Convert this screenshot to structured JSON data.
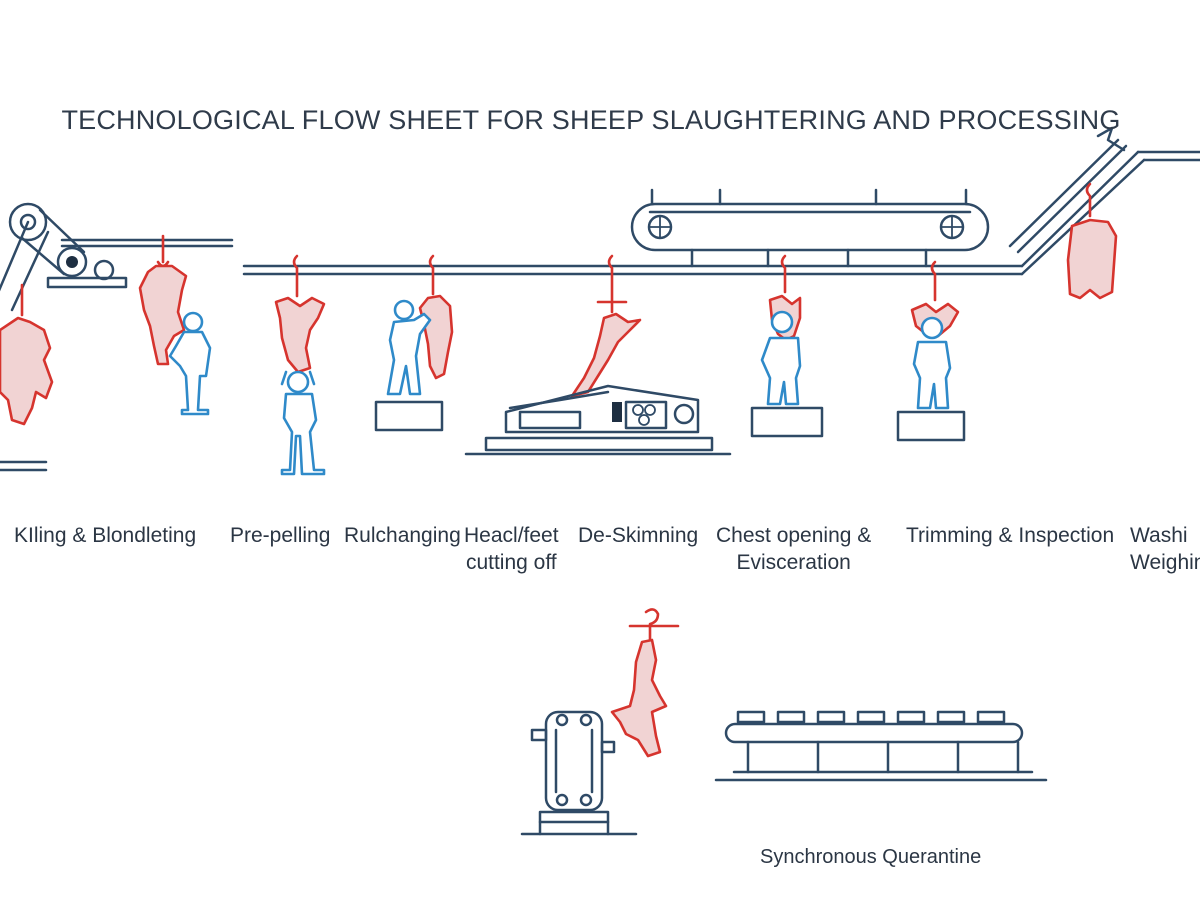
{
  "title": "TECHNOLOGICAL FLOW SHEET FOR SHEEP SLAUGHTERING AND PROCESSING",
  "steps": [
    {
      "label": "KIling & Blondleting"
    },
    {
      "label": "Pre-pelling"
    },
    {
      "label": "Rulchanging"
    },
    {
      "label": "Heacl/feet\ncutting off"
    },
    {
      "label": "De-Skimning"
    },
    {
      "label": "Chest opening &\nEvisceration"
    },
    {
      "label": "Trimming & Inspection"
    },
    {
      "label": "Washi\nWeighin"
    }
  ],
  "quarantine": {
    "label": "Synchronous Querantine"
  },
  "colors": {
    "line": "#2f4a66",
    "carcass": "#d6342e",
    "worker": "#2f8ac9"
  }
}
